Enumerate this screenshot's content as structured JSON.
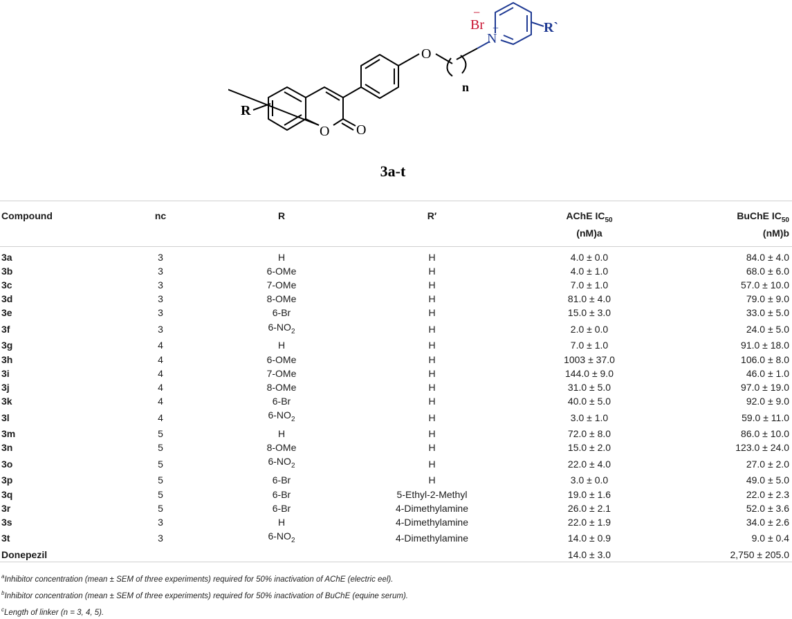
{
  "structure": {
    "compound_label": "3a-t",
    "atoms": {
      "br": "Br",
      "minus": "−",
      "n": "N",
      "plus": "+",
      "r_prime": "R`",
      "o_ether": "O",
      "n_index": "n",
      "r": "R",
      "o_ring": "O",
      "o_carbonyl": "O"
    },
    "colors": {
      "bromide": "#c8102e",
      "pyridinium": "#1f3a93",
      "bonds": "#000000"
    }
  },
  "table": {
    "headers": {
      "compound": "Compound",
      "n": "n",
      "n_sup": "c",
      "r": "R",
      "r_prime": "R′",
      "ache_a": "AChE IC",
      "ache_sub": "50",
      "ache_b": "(nM)a",
      "buche_a": "BuChE IC",
      "buche_sub": "50",
      "buche_b": "(nM)b"
    },
    "rows": [
      {
        "compound": "3a",
        "n": "3",
        "r": "H",
        "r_sub": "",
        "r_prime": "H",
        "ache": "4.0 ± 0.0",
        "buche": "84.0 ± 4.0"
      },
      {
        "compound": "3b",
        "n": "3",
        "r": "6-OMe",
        "r_sub": "",
        "r_prime": "H",
        "ache": "4.0 ± 1.0",
        "buche": "68.0 ± 6.0"
      },
      {
        "compound": "3c",
        "n": "3",
        "r": "7-OMe",
        "r_sub": "",
        "r_prime": "H",
        "ache": "7.0 ± 1.0",
        "buche": "57.0 ± 10.0"
      },
      {
        "compound": "3d",
        "n": "3",
        "r": "8-OMe",
        "r_sub": "",
        "r_prime": "H",
        "ache": "81.0 ± 4.0",
        "buche": "79.0 ± 9.0"
      },
      {
        "compound": "3e",
        "n": "3",
        "r": "6-Br",
        "r_sub": "",
        "r_prime": "H",
        "ache": "15.0 ± 3.0",
        "buche": "33.0 ± 5.0"
      },
      {
        "compound": "3f",
        "n": "3",
        "r": "6-NO",
        "r_sub": "2",
        "r_prime": "H",
        "ache": "2.0 ± 0.0",
        "buche": "24.0 ± 5.0"
      },
      {
        "compound": "3g",
        "n": "4",
        "r": "H",
        "r_sub": "",
        "r_prime": "H",
        "ache": "7.0 ± 1.0",
        "buche": "91.0 ± 18.0"
      },
      {
        "compound": "3h",
        "n": "4",
        "r": "6-OMe",
        "r_sub": "",
        "r_prime": "H",
        "ache": "1003 ± 37.0",
        "buche": "106.0 ± 8.0"
      },
      {
        "compound": "3i",
        "n": "4",
        "r": "7-OMe",
        "r_sub": "",
        "r_prime": "H",
        "ache": "144.0 ± 9.0",
        "buche": "46.0 ± 1.0"
      },
      {
        "compound": "3j",
        "n": "4",
        "r": "8-OMe",
        "r_sub": "",
        "r_prime": "H",
        "ache": "31.0 ± 5.0",
        "buche": "97.0 ± 19.0"
      },
      {
        "compound": "3k",
        "n": "4",
        "r": "6-Br",
        "r_sub": "",
        "r_prime": "H",
        "ache": "40.0 ± 5.0",
        "buche": "92.0 ± 9.0"
      },
      {
        "compound": "3l",
        "n": "4",
        "r": "6-NO",
        "r_sub": "2",
        "r_prime": "H",
        "ache": "3.0 ± 1.0",
        "buche": "59.0 ± 11.0"
      },
      {
        "compound": "3m",
        "n": "5",
        "r": "H",
        "r_sub": "",
        "r_prime": "H",
        "ache": "72.0 ± 8.0",
        "buche": "86.0 ± 10.0"
      },
      {
        "compound": "3n",
        "n": "5",
        "r": "8-OMe",
        "r_sub": "",
        "r_prime": "H",
        "ache": "15.0 ± 2.0",
        "buche": "123.0 ± 24.0"
      },
      {
        "compound": "3o",
        "n": "5",
        "r": "6-NO",
        "r_sub": "2",
        "r_prime": "H",
        "ache": "22.0 ± 4.0",
        "buche": "27.0 ± 2.0"
      },
      {
        "compound": "3p",
        "n": "5",
        "r": "6-Br",
        "r_sub": "",
        "r_prime": "H",
        "ache": "3.0 ± 0.0",
        "buche": "49.0 ± 5.0"
      },
      {
        "compound": "3q",
        "n": "5",
        "r": "6-Br",
        "r_sub": "",
        "r_prime": "5-Ethyl-2-Methyl",
        "ache": "19.0 ± 1.6",
        "buche": "22.0 ± 2.3"
      },
      {
        "compound": "3r",
        "n": "5",
        "r": "6-Br",
        "r_sub": "",
        "r_prime": "4-Dimethylamine",
        "ache": "26.0 ± 2.1",
        "buche": "52.0 ± 3.6"
      },
      {
        "compound": "3s",
        "n": "3",
        "r": "H",
        "r_sub": "",
        "r_prime": "4-Dimethylamine",
        "ache": "22.0 ± 1.9",
        "buche": "34.0 ± 2.6"
      },
      {
        "compound": "3t",
        "n": "3",
        "r": "6-NO",
        "r_sub": "2",
        "r_prime": "4-Dimethylamine",
        "ache": "14.0 ± 0.9",
        "buche": "9.0 ± 0.4"
      },
      {
        "compound": "Donepezil",
        "n": "",
        "r": "",
        "r_sub": "",
        "r_prime": "",
        "ache": "14.0 ± 3.0",
        "buche": "2,750 ± 205.0"
      }
    ]
  },
  "footnotes": [
    {
      "mark": "a",
      "text": "Inhibitor concentration (mean ± SEM of three experiments) required for 50% inactivation of AChE (electric eel)."
    },
    {
      "mark": "b",
      "text": "Inhibitor concentration (mean ± SEM of three experiments) required for 50% inactivation of BuChE (equine serum)."
    },
    {
      "mark": "c",
      "text": "Length of linker (n = 3, 4, 5)."
    }
  ]
}
